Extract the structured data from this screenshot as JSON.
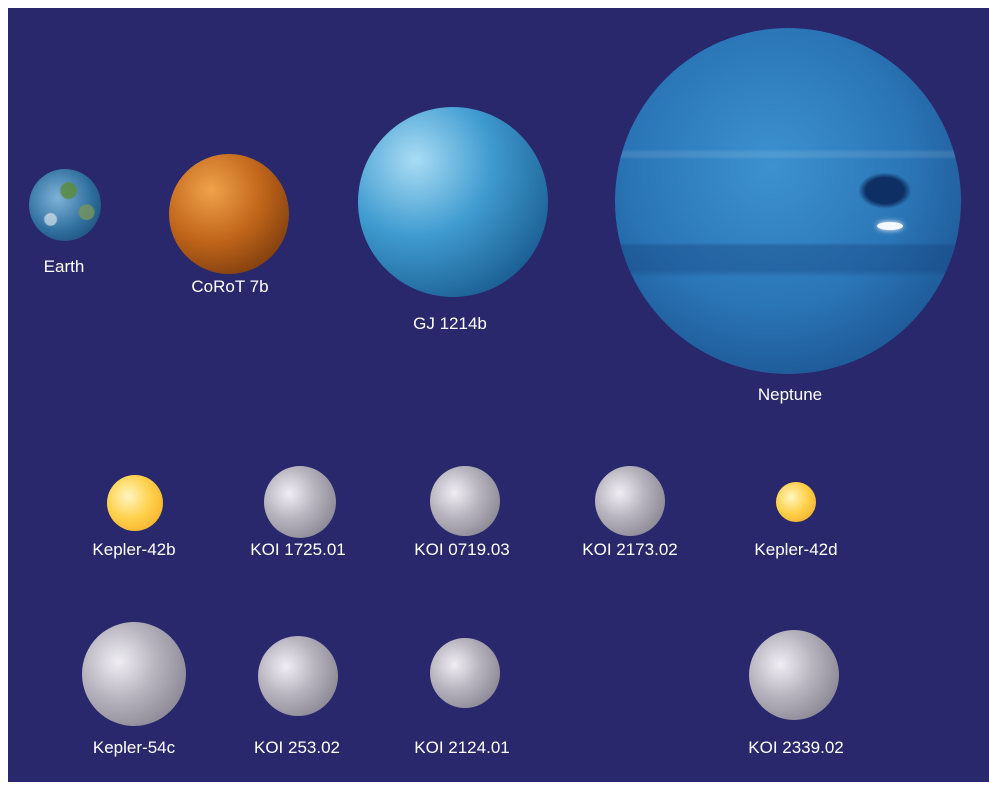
{
  "colors": {
    "background": "#29286d",
    "earth": "#2f6f9f",
    "corot": "#c0651a",
    "gj": "#3f9bd0",
    "neptune": "#2a75b6",
    "kepler_yellow": "#ffd24d",
    "koi_grey": "#b7b4bf"
  },
  "planets": {
    "earth": "Earth",
    "corot": "CoRoT 7b",
    "gj": "GJ 1214b",
    "neptune": "Neptune",
    "kepler42b": "Kepler-42b",
    "koi1725": "KOI 1725.01",
    "koi0719": "KOI 0719.03",
    "koi2173": "KOI 2173.02",
    "kepler42d": "Kepler-42d",
    "kepler54c": "Kepler-54c",
    "koi253": "KOI 253.02",
    "koi2124": "KOI 2124.01",
    "koi2339": "KOI 2339.02"
  }
}
